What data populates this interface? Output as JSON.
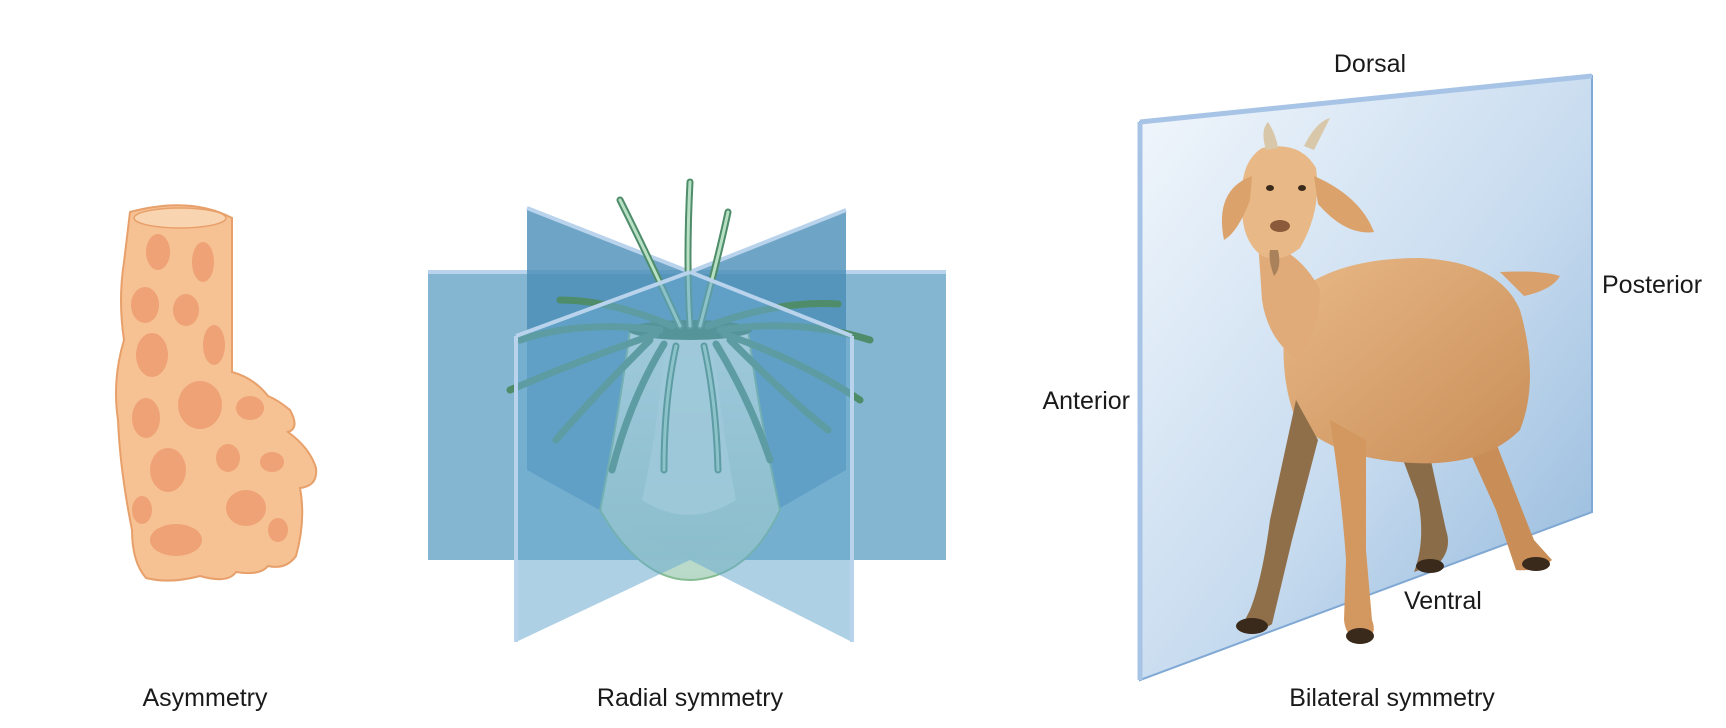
{
  "panels": [
    {
      "id": "asymmetry",
      "caption": "Asymmetry"
    },
    {
      "id": "radial",
      "caption": "Radial symmetry"
    },
    {
      "id": "bilateral",
      "caption": "Bilateral symmetry",
      "axis_labels": {
        "dorsal": "Dorsal",
        "ventral": "Ventral",
        "anterior": "Anterior",
        "posterior": "Posterior"
      }
    }
  ],
  "colors": {
    "sponge_fill": "#f6c193",
    "sponge_spots": "#ee9f72",
    "plane_blue": "#5b9cc2",
    "plane_edge": "#b9d3ec",
    "anemone_body": "#b9dccf",
    "tentacle": "#4e8c6a",
    "goat_body": "#d9a06b"
  },
  "icons": [
    "sponge-icon",
    "sea-anemone-icon",
    "goat-icon"
  ]
}
